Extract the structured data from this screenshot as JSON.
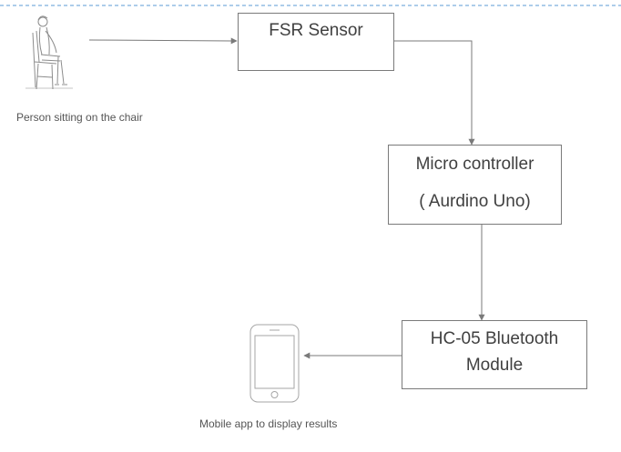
{
  "nodes": {
    "fsr_sensor": {
      "label": "FSR Sensor"
    },
    "microcontroller": {
      "line1": "Micro controller",
      "line2": "( Aurdino Uno)"
    },
    "bluetooth": {
      "line1": "HC-05 Bluetooth",
      "line2": "Module"
    }
  },
  "captions": {
    "person": "Person sitting on the chair",
    "mobile": "Mobile app to display results"
  },
  "icons": [
    "person-on-chair-icon",
    "smartphone-icon"
  ],
  "colors": {
    "box_border": "#7a7a7a",
    "arrow": "#7a7a7a",
    "text": "#404040",
    "dashed_line": "#5b9bd5"
  }
}
